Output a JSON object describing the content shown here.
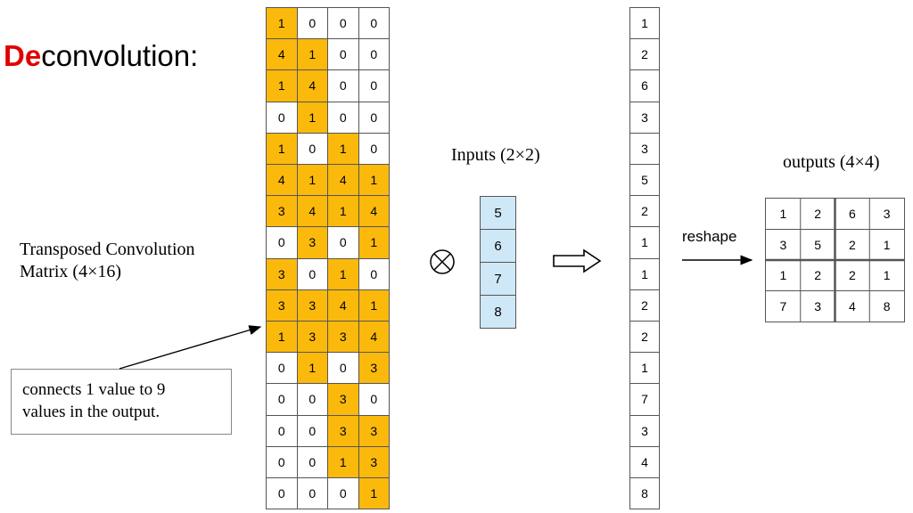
{
  "title": {
    "highlight": "De",
    "rest": "convolution:"
  },
  "matrix": {
    "label_line1": "Transposed Convolution",
    "label_line2": "Matrix (4×16)",
    "rows": [
      [
        1,
        0,
        0,
        0
      ],
      [
        4,
        1,
        0,
        0
      ],
      [
        1,
        4,
        0,
        0
      ],
      [
        0,
        1,
        0,
        0
      ],
      [
        1,
        0,
        1,
        0
      ],
      [
        4,
        1,
        4,
        1
      ],
      [
        3,
        4,
        1,
        4
      ],
      [
        0,
        3,
        0,
        1
      ],
      [
        3,
        0,
        1,
        0
      ],
      [
        3,
        3,
        4,
        1
      ],
      [
        1,
        3,
        3,
        4
      ],
      [
        0,
        1,
        0,
        3
      ],
      [
        0,
        0,
        3,
        0
      ],
      [
        0,
        0,
        3,
        3
      ],
      [
        0,
        0,
        1,
        3
      ],
      [
        0,
        0,
        0,
        1
      ]
    ]
  },
  "note": {
    "line1": "connects 1 value to 9",
    "line2": "values in the output."
  },
  "inputs": {
    "label": "Inputs (2×2)",
    "values": [
      5,
      6,
      7,
      8
    ]
  },
  "operator": "⊗",
  "result_vector": [
    1,
    2,
    6,
    3,
    3,
    5,
    2,
    1,
    1,
    2,
    2,
    1,
    7,
    3,
    4,
    8
  ],
  "reshape_label": "reshape",
  "outputs": {
    "label": "outputs (4×4)",
    "rows": [
      [
        1,
        2,
        6,
        3
      ],
      [
        3,
        5,
        2,
        1
      ],
      [
        1,
        2,
        2,
        1
      ],
      [
        7,
        3,
        4,
        8
      ]
    ]
  },
  "colors": {
    "highlight": "#fbb90c",
    "input_fill": "#cfe8f7",
    "title_red": "#e00000"
  }
}
